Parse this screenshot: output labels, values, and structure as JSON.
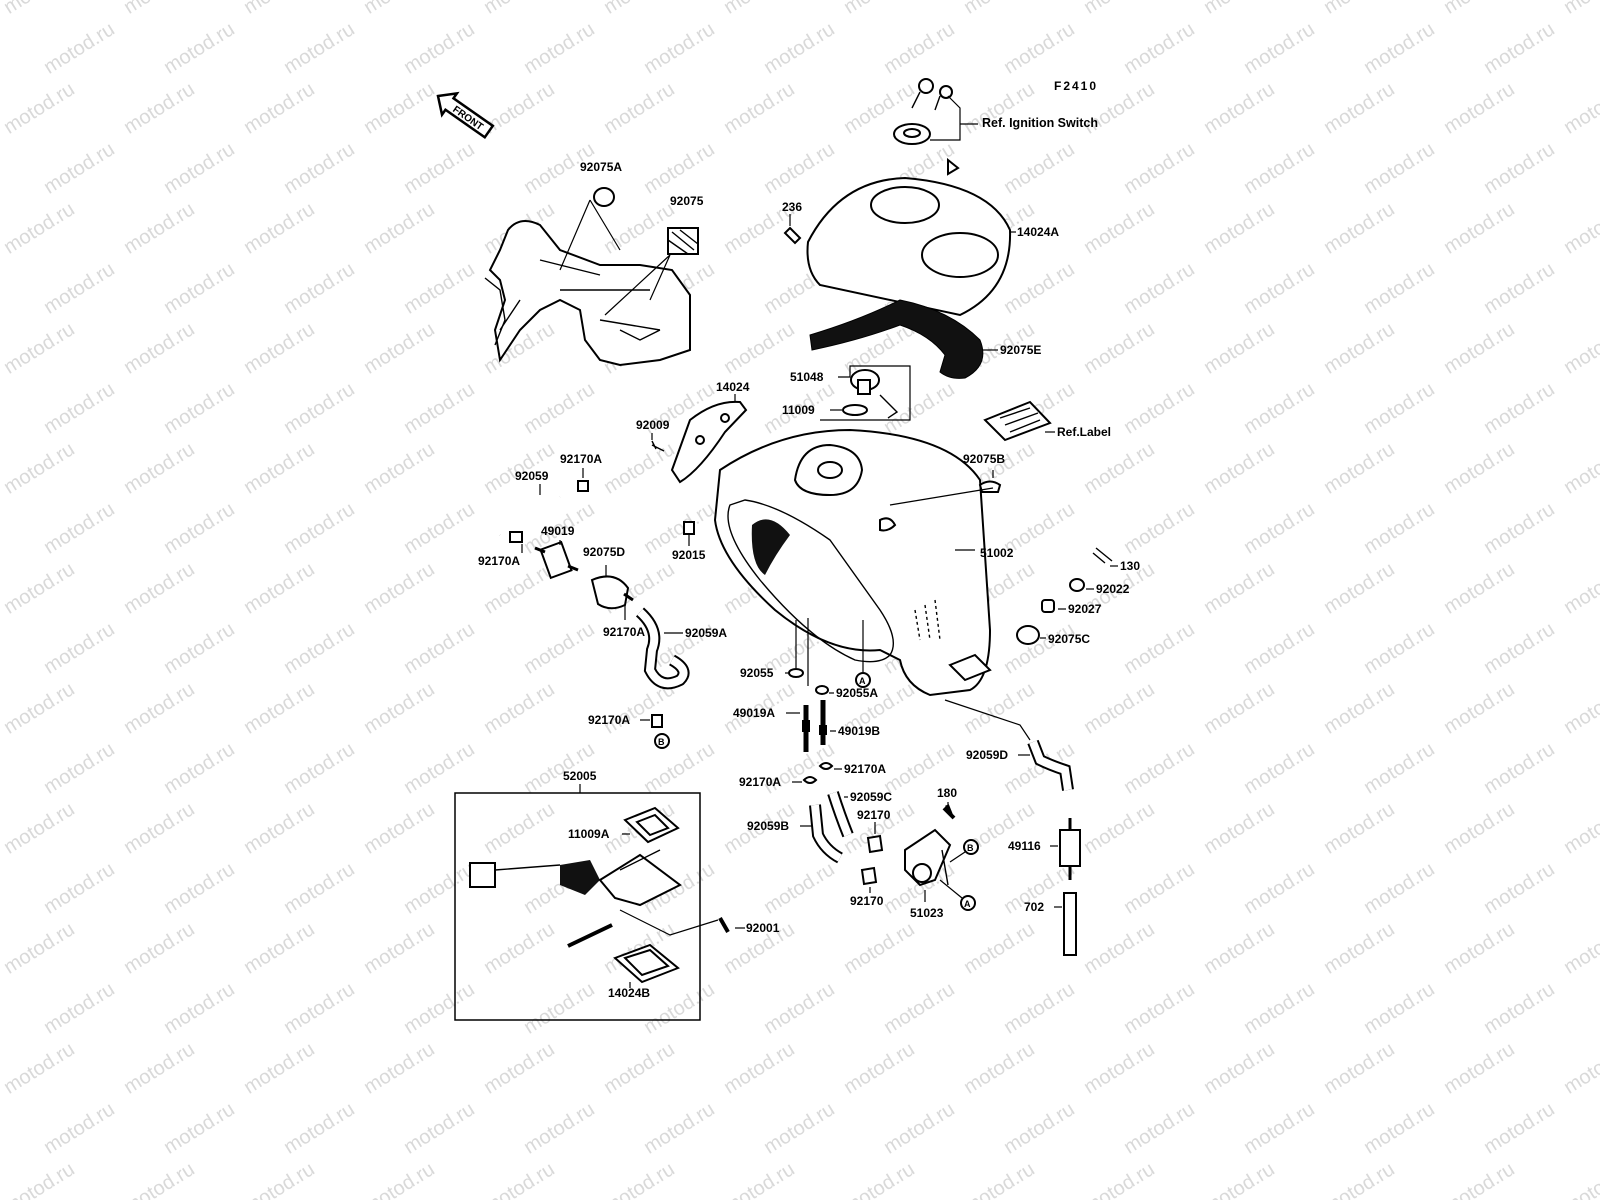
{
  "figure_code": "F2410",
  "front_label": "FRONT",
  "watermark_text": "motod.ru",
  "references": {
    "ignition": "Ref. Ignition Switch",
    "label": "Ref.Label"
  },
  "circle_markers": {
    "a": "A",
    "b": "B"
  },
  "parts": {
    "p92075A": "92075A",
    "p92075": "92075",
    "p236": "236",
    "p14024A": "14024A",
    "p92075E": "92075E",
    "p51048": "51048",
    "p11009": "11009",
    "p14024": "14024",
    "p92009": "92009",
    "p92170A_1": "92170A",
    "p92059": "92059",
    "p49019": "49019",
    "p92170A_2": "92170A",
    "p92075D": "92075D",
    "p92015": "92015",
    "p92075B": "92075B",
    "p51002": "51002",
    "p130": "130",
    "p92022": "92022",
    "p92027": "92027",
    "p92075C": "92075C",
    "p92170A_3": "92170A",
    "p92059A": "92059A",
    "p92055": "92055",
    "p92055A": "92055A",
    "p49019A": "49019A",
    "p49019B": "49019B",
    "p92170A_4": "92170A",
    "p92059D": "92059D",
    "p92170A_5": "92170A",
    "p92170A_6": "92170A",
    "p52005": "52005",
    "p92059C": "92059C",
    "p180": "180",
    "p11009A": "11009A",
    "p92059B": "92059B",
    "p92170_1": "92170",
    "p49116": "49116",
    "p92170_2": "92170",
    "p51023": "51023",
    "p702": "702",
    "p92001": "92001",
    "p14024B": "14024B"
  }
}
